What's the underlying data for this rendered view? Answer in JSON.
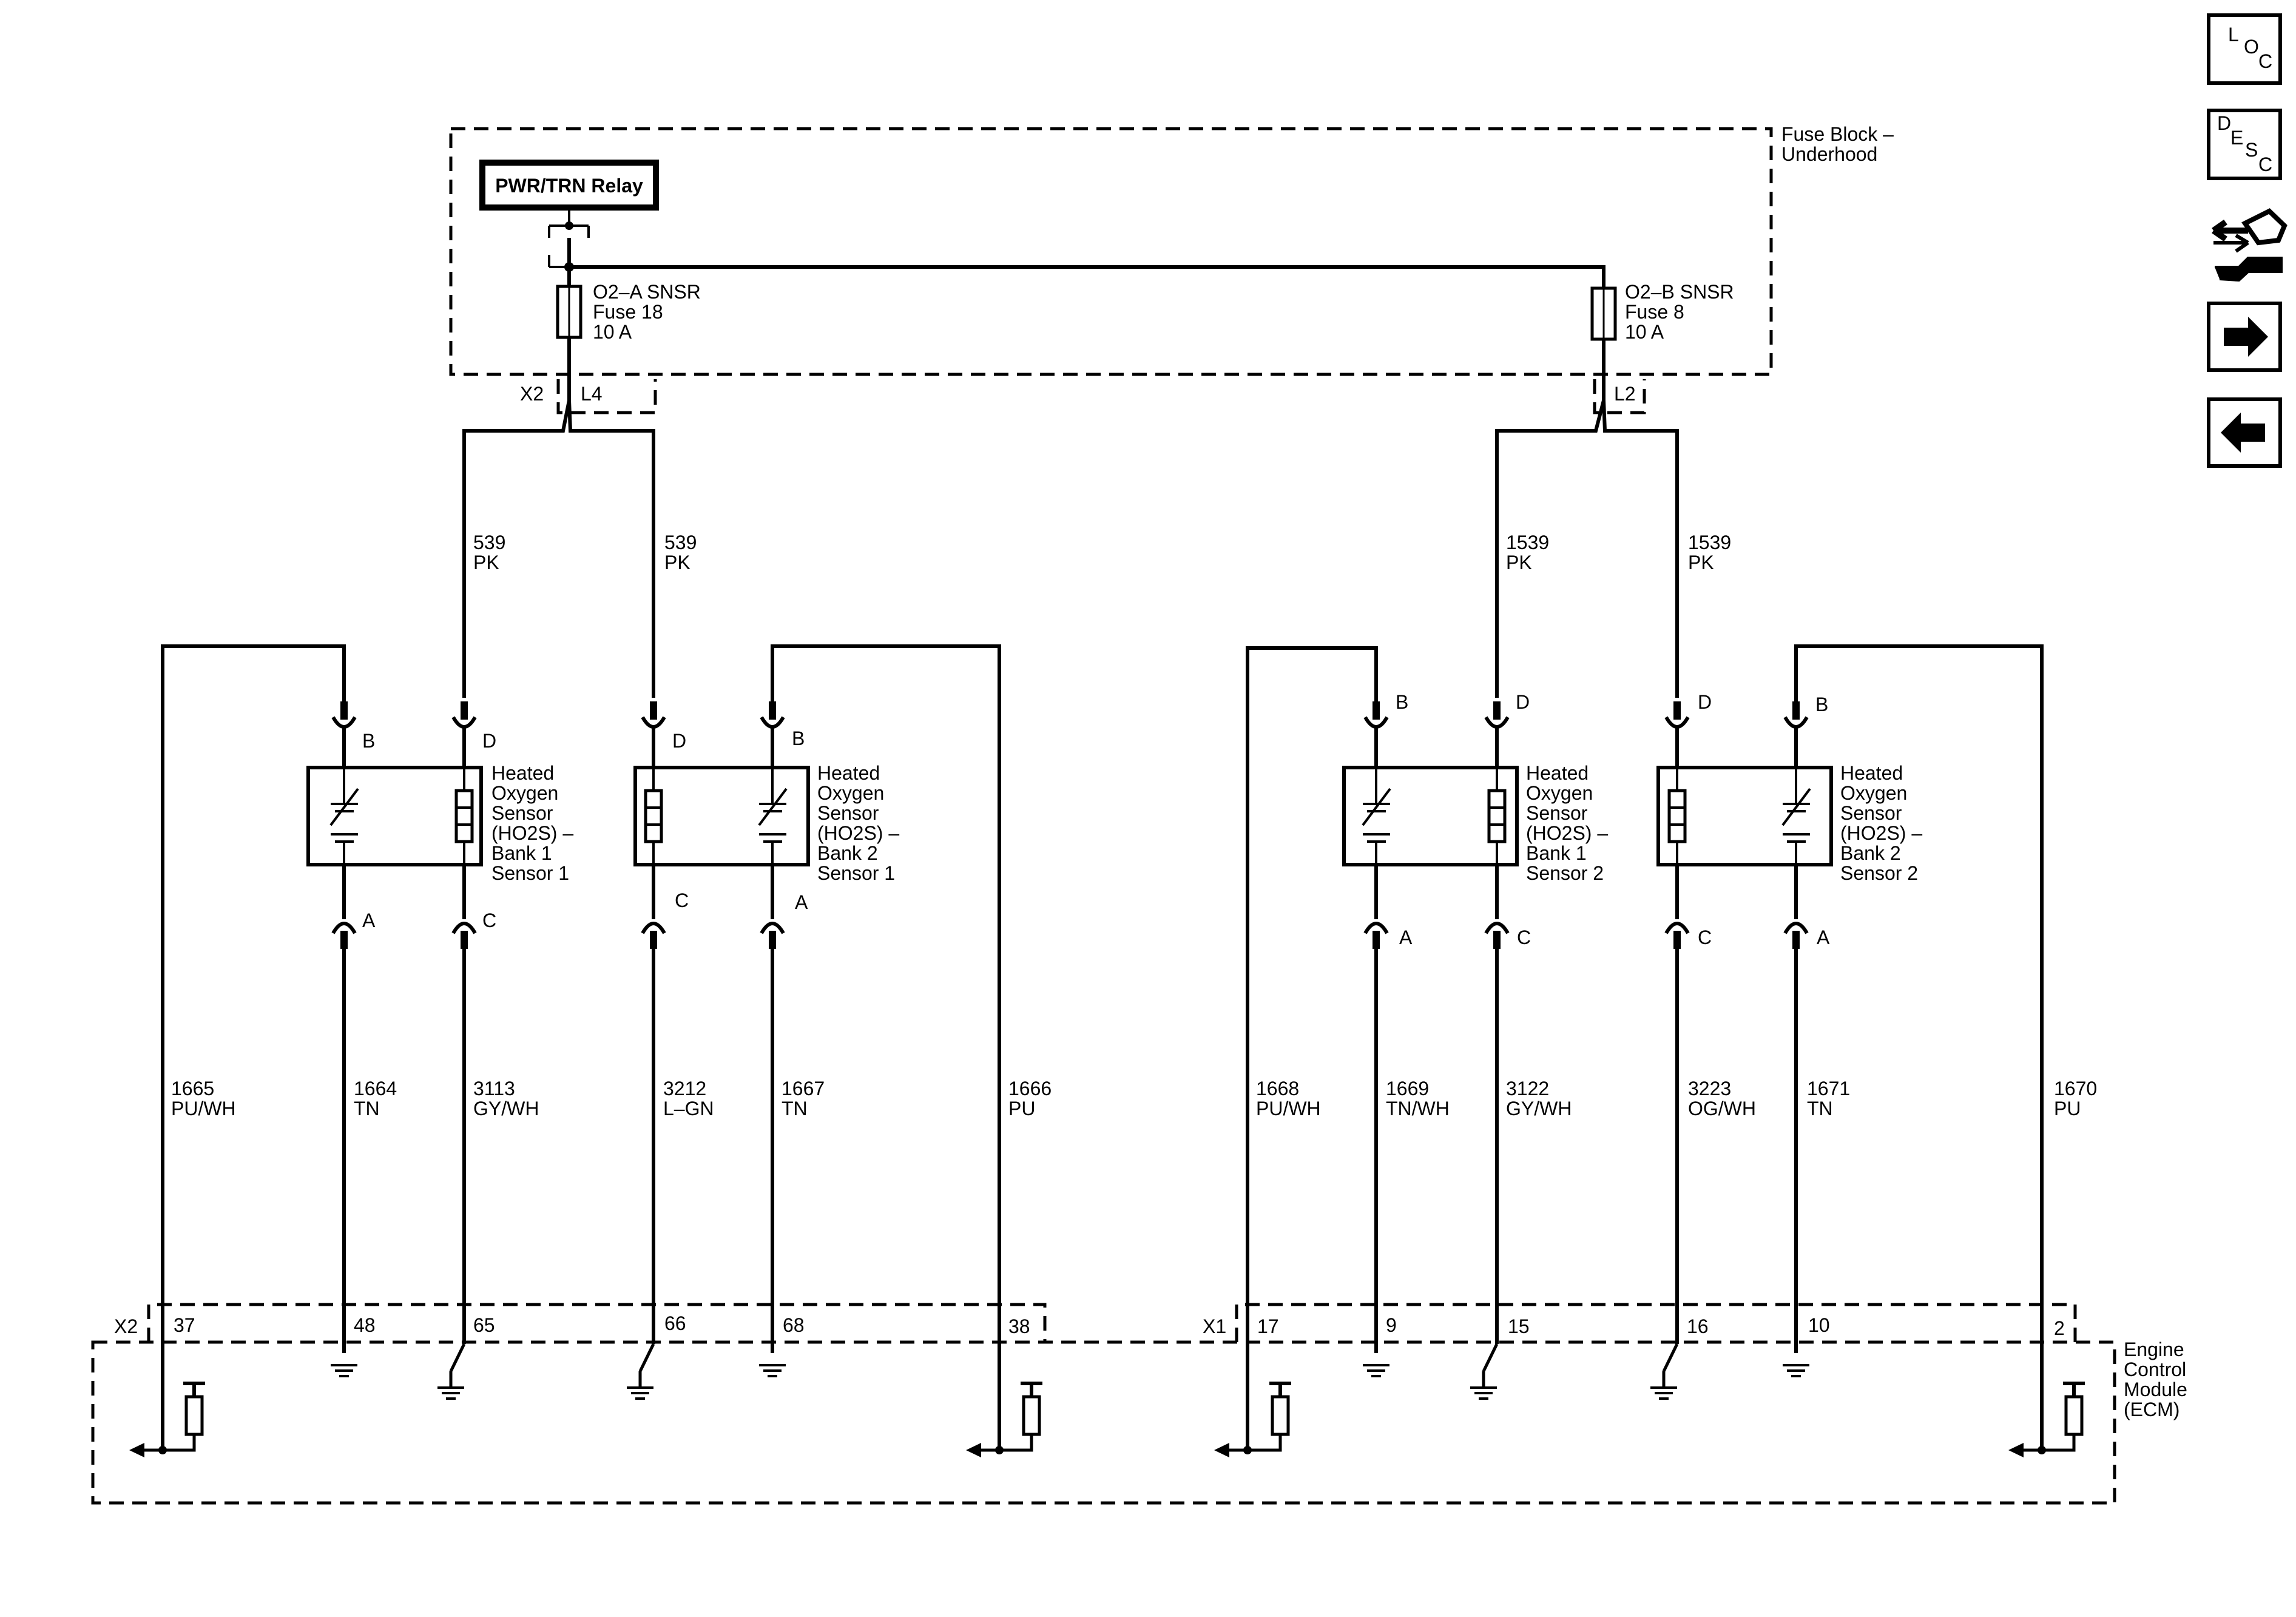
{
  "fuse_block": {
    "label_line1": "Fuse Block –",
    "label_line2": "Underhood",
    "relay": "PWR/TRN Relay",
    "fuse_a": [
      "O2–A SNSR",
      "Fuse 18",
      "10 A"
    ],
    "fuse_b": [
      "O2–B SNSR",
      "Fuse 8",
      "10 A"
    ],
    "conn_a": "X2",
    "pin_a": "L4",
    "pin_b": "L2"
  },
  "feeds": [
    {
      "num": "539",
      "color": "PK"
    },
    {
      "num": "539",
      "color": "PK"
    },
    {
      "num": "1539",
      "color": "PK"
    },
    {
      "num": "1539",
      "color": "PK"
    }
  ],
  "sensors": [
    {
      "lines": [
        "Heated",
        "Oxygen",
        "Sensor",
        "(HO2S) –",
        "Bank 1",
        "Sensor 1"
      ],
      "pins": {
        "top_left": "B",
        "top_right": "D",
        "bottom_left": "A",
        "bottom_right": "C"
      }
    },
    {
      "lines": [
        "Heated",
        "Oxygen",
        "Sensor",
        "(HO2S) –",
        "Bank 2",
        "Sensor 1"
      ],
      "pins": {
        "top_left": "D",
        "top_right": "B",
        "bottom_left": "C",
        "bottom_right": "A"
      }
    },
    {
      "lines": [
        "Heated",
        "Oxygen",
        "Sensor",
        "(HO2S) –",
        "Bank 1",
        "Sensor 2"
      ],
      "pins": {
        "top_left": "B",
        "top_right": "D",
        "bottom_left": "A",
        "bottom_right": "C"
      }
    },
    {
      "lines": [
        "Heated",
        "Oxygen",
        "Sensor",
        "(HO2S) –",
        "Bank 2",
        "Sensor 2"
      ],
      "pins": {
        "top_left": "D",
        "top_right": "B",
        "bottom_left": "C",
        "bottom_right": "A"
      }
    }
  ],
  "wires": [
    {
      "num": "1665",
      "color": "PU/WH",
      "pin": "37"
    },
    {
      "num": "1664",
      "color": "TN",
      "pin": "48"
    },
    {
      "num": "3113",
      "color": "GY/WH",
      "pin": "65"
    },
    {
      "num": "3212",
      "color": "L–GN",
      "pin": "66"
    },
    {
      "num": "1667",
      "color": "TN",
      "pin": "68"
    },
    {
      "num": "1666",
      "color": "PU",
      "pin": "38"
    },
    {
      "num": "1668",
      "color": "PU/WH",
      "pin": "17"
    },
    {
      "num": "1669",
      "color": "TN/WH",
      "pin": "9"
    },
    {
      "num": "3122",
      "color": "GY/WH",
      "pin": "15"
    },
    {
      "num": "3223",
      "color": "OG/WH",
      "pin": "16"
    },
    {
      "num": "1671",
      "color": "TN",
      "pin": "10"
    },
    {
      "num": "1670",
      "color": "PU",
      "pin": "2"
    }
  ],
  "ecm": {
    "conn_left": "X2",
    "conn_right": "X1",
    "lines": [
      "Engine",
      "Control",
      "Module",
      "(ECM)"
    ]
  },
  "nav": {
    "loc": [
      "L",
      "O",
      "C"
    ],
    "desc": [
      "D",
      "E",
      "S",
      "C"
    ],
    "icons": [
      "connector-tools-icon",
      "arrow-right-icon",
      "arrow-left-icon"
    ]
  }
}
